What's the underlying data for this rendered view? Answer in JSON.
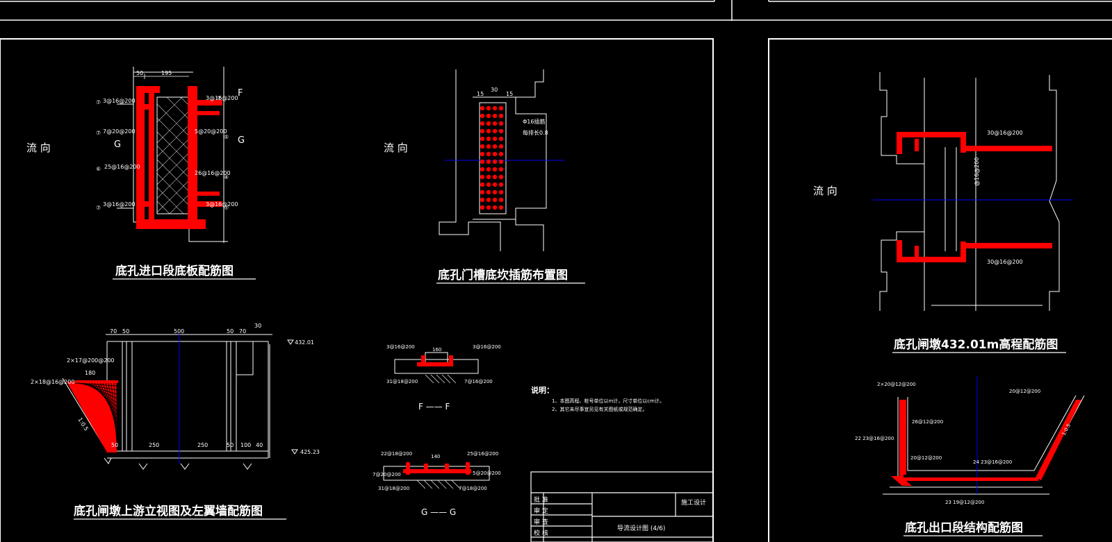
{
  "colors": {
    "background": "#000000",
    "line": "#ffffff",
    "rebar": "#ff0000",
    "axis": "#0000ff",
    "hatch": "#ffffff"
  },
  "flow_label": "流 向",
  "drawings": {
    "inlet_slab": {
      "title": "底孔进口段底板配筋图",
      "dims": [
        "50",
        "195"
      ],
      "section_marks": [
        "F",
        "G"
      ],
      "labels": [
        {
          "tag": "⑦",
          "text": "3@16@200"
        },
        {
          "tag": "⑦",
          "text": "3@16@200"
        },
        {
          "tag": "⑦",
          "text": "7@20@200"
        },
        {
          "tag": "⑤",
          "text": "5@20@200"
        },
        {
          "tag": "⑥",
          "text": "25@16@200"
        },
        {
          "tag": "④",
          "text": "26@16@200"
        },
        {
          "tag": "⑦",
          "text": "3@16@200"
        },
        {
          "tag": "⑦",
          "text": "3@16@200"
        }
      ]
    },
    "gate_slot": {
      "title": "底孔门槽底坎插筋布置图",
      "dims": [
        "15",
        "30",
        "15"
      ],
      "notes": [
        "Φ16插筋",
        "每排长0.8"
      ]
    },
    "pier_left_wall": {
      "title": "底孔闸墩上游立视图及左翼墙配筋图",
      "dims": [
        "70",
        "50",
        "500",
        "50",
        "70",
        "30",
        "250",
        "250",
        "50",
        "100",
        "40",
        "180",
        "50"
      ],
      "levels": [
        "432.01",
        "425.23"
      ],
      "labels": [
        "2×17@200@200",
        "2×18@16@200"
      ],
      "slope": "1:0.5"
    },
    "section_ff": {
      "title": "F —— F",
      "dims": [
        "160"
      ],
      "labels": [
        "3@16@200",
        "3@16@200",
        "31@18@200",
        "7@16@200"
      ]
    },
    "section_gg": {
      "title": "G —— G",
      "dims": [
        "140"
      ],
      "labels": [
        "22@18@200",
        "25@16@200",
        "7@20@200",
        "5@20@200",
        "31@18@200",
        "7@18@200"
      ]
    },
    "pier_elevation": {
      "title": "底孔闸墩432.01m高程配筋图",
      "labels": [
        "30@16@200",
        "30@16@200",
        "@16@200"
      ]
    },
    "outlet_structure": {
      "title": "底孔出口段结构配筋图",
      "labels": [
        "2×20@12@200",
        "20@12@200",
        "26@12@200",
        "22 23@16@200",
        "20@12@200",
        "24 23@16@200",
        "23 19@12@200"
      ],
      "slope": "1:0.5"
    }
  },
  "notes": {
    "heading": "说明：",
    "lines": [
      "1、本图高程、桩号单位以m计，尺寸单位以cm计。",
      "2、其它未尽事宜另见有关图纸或规范确定。"
    ]
  },
  "title_block": {
    "rows": [
      "批 准",
      "审 定",
      "审 查",
      "校 核"
    ],
    "stage": "施工设计",
    "drawing_name": "导流设计图 (4/6)"
  }
}
